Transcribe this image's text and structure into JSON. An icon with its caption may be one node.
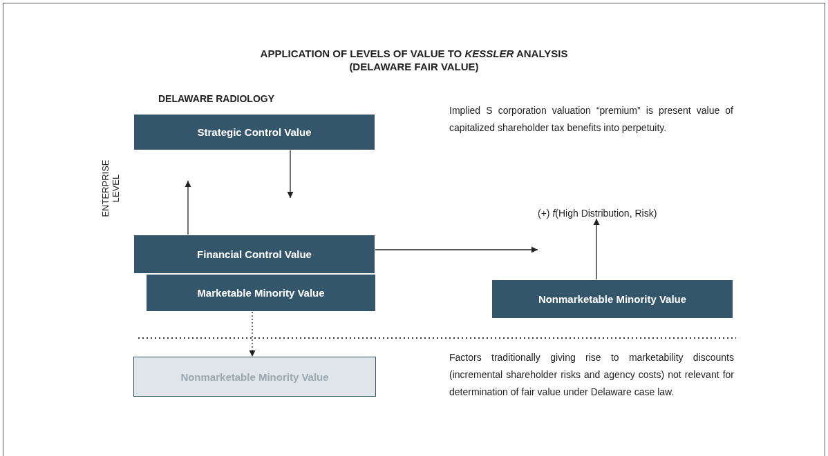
{
  "diagram": {
    "title": "APPLICATION OF LEVELS OF VALUE TO *KESSLER* ANALYSIS (DELAWARE FAIR VALUE)",
    "nodes": [
      {
        "text": [
          "Strategic Control Value"
        ]
      },
      {
        "text": [
          "(+) *f*(High Distribution, Risk)"
        ]
      },
      {
        "text": [
          "Financial Control Value"
        ]
      },
      {
        "text": [
          "Marketable Minority Value"
        ]
      },
      {
        "text": [
          "Nonmarketable Minority Value"
        ]
      },
      {
        "text": [
          "Nonmarketable Minority Value"
        ]
      }
    ],
    "edges": [
      {
        "from": 2,
        "to": null,
        "arrow": "to"
      },
      {
        "from": 0,
        "to": null,
        "arrow": "to"
      },
      {
        "from": 2,
        "to": null,
        "arrow": "to"
      },
      {
        "from": 4,
        "to": 1,
        "arrow": "to"
      },
      {
        "from": 3,
        "to": 5,
        "arrow": "to",
        "style": "dashed"
      }
    ],
    "labels": [
      "DELAWARE RADIOLOGY",
      "ENTERPRISE LEVEL",
      "Implied S corporation valuation “premium” is present value of capitalized shareholder tax benefits into perpetuity.",
      "Factors traditionally giving rise to marketability discounts (incremental shareholder risks and agency costs) not relevant for determination of fair value under Delaware case law."
    ]
  }
}
